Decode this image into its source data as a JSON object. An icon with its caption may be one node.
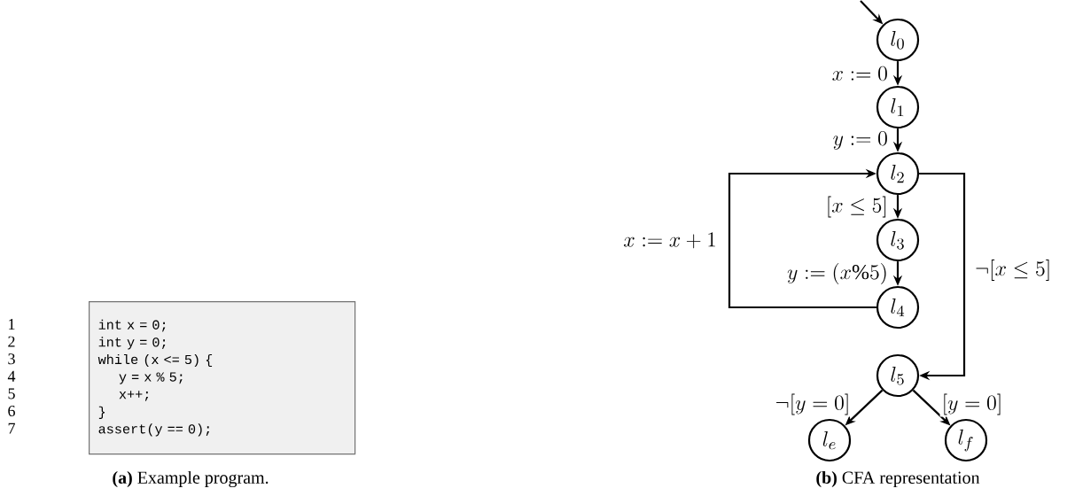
{
  "diagram": {
    "nodes": [
      {
        "text": [
          "int x = 0;",
          "int y = 0;",
          "while (x <= 5) {",
          "  y = x % 5;",
          "  x++;",
          "}",
          "assert(y == 0);"
        ]
      },
      {
        "text": [
          "l_0"
        ]
      },
      {
        "text": [
          "l_1"
        ]
      },
      {
        "text": [
          "l_2"
        ]
      },
      {
        "text": [
          "l_3"
        ]
      },
      {
        "text": [
          "l_4"
        ]
      },
      {
        "text": [
          "l_5"
        ]
      },
      {
        "text": [
          "l_e"
        ]
      },
      {
        "text": [
          "l_f"
        ]
      }
    ],
    "edges": [
      {
        "from": null,
        "to": 1,
        "arrow": "to"
      },
      {
        "from": 1,
        "to": 2,
        "arrow": "to",
        "label": "x := 0"
      },
      {
        "from": 2,
        "to": 3,
        "arrow": "to",
        "label": "y := 0"
      },
      {
        "from": 3,
        "to": 4,
        "arrow": "to",
        "label": "[x \\leq 5]"
      },
      {
        "from": 4,
        "to": 5,
        "arrow": "to",
        "label": "y := (x \\% 5)"
      },
      {
        "from": 5,
        "to": 3,
        "arrow": "to",
        "label": "x := x + 1"
      },
      {
        "from": 3,
        "to": 6,
        "arrow": "to",
        "label": "\\neg [x \\leq 5]"
      },
      {
        "from": 6,
        "to": 7,
        "arrow": "to",
        "label": "\\neg [y = 0]"
      },
      {
        "from": 6,
        "to": 8,
        "arrow": "to",
        "label": "[y = 0]"
      }
    ],
    "labels": [
      "1",
      "2",
      "3",
      "4",
      "5",
      "6",
      "7",
      "**(a)** Example program.",
      "**(b)** CFA representation"
    ]
  }
}
